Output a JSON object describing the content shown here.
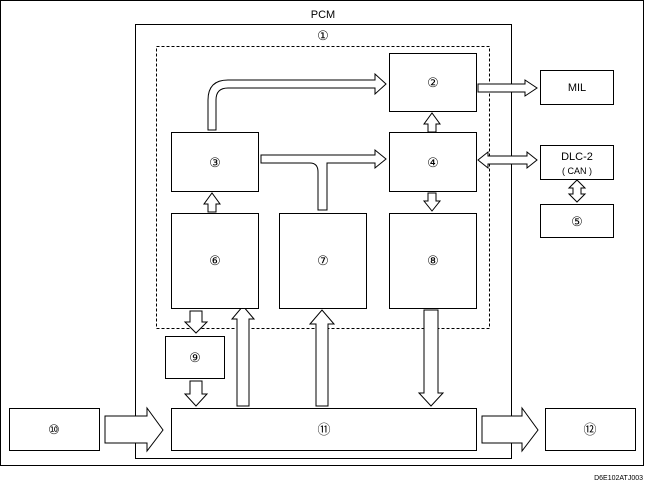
{
  "diagram": {
    "pcm_label": "PCM",
    "zone_label": "①",
    "blocks": {
      "b2": "②",
      "b3": "③",
      "b4": "④",
      "b5": "⑤",
      "b6": "⑥",
      "b7": "⑦",
      "b8": "⑧",
      "b9": "⑨",
      "b10": "⑩",
      "b11": "⑪",
      "b12": "⑫"
    },
    "mil": "MIL",
    "dlc_line1": "DLC-2",
    "dlc_line2": "( CAN )",
    "figure_code": "D6E102ATJ003"
  }
}
